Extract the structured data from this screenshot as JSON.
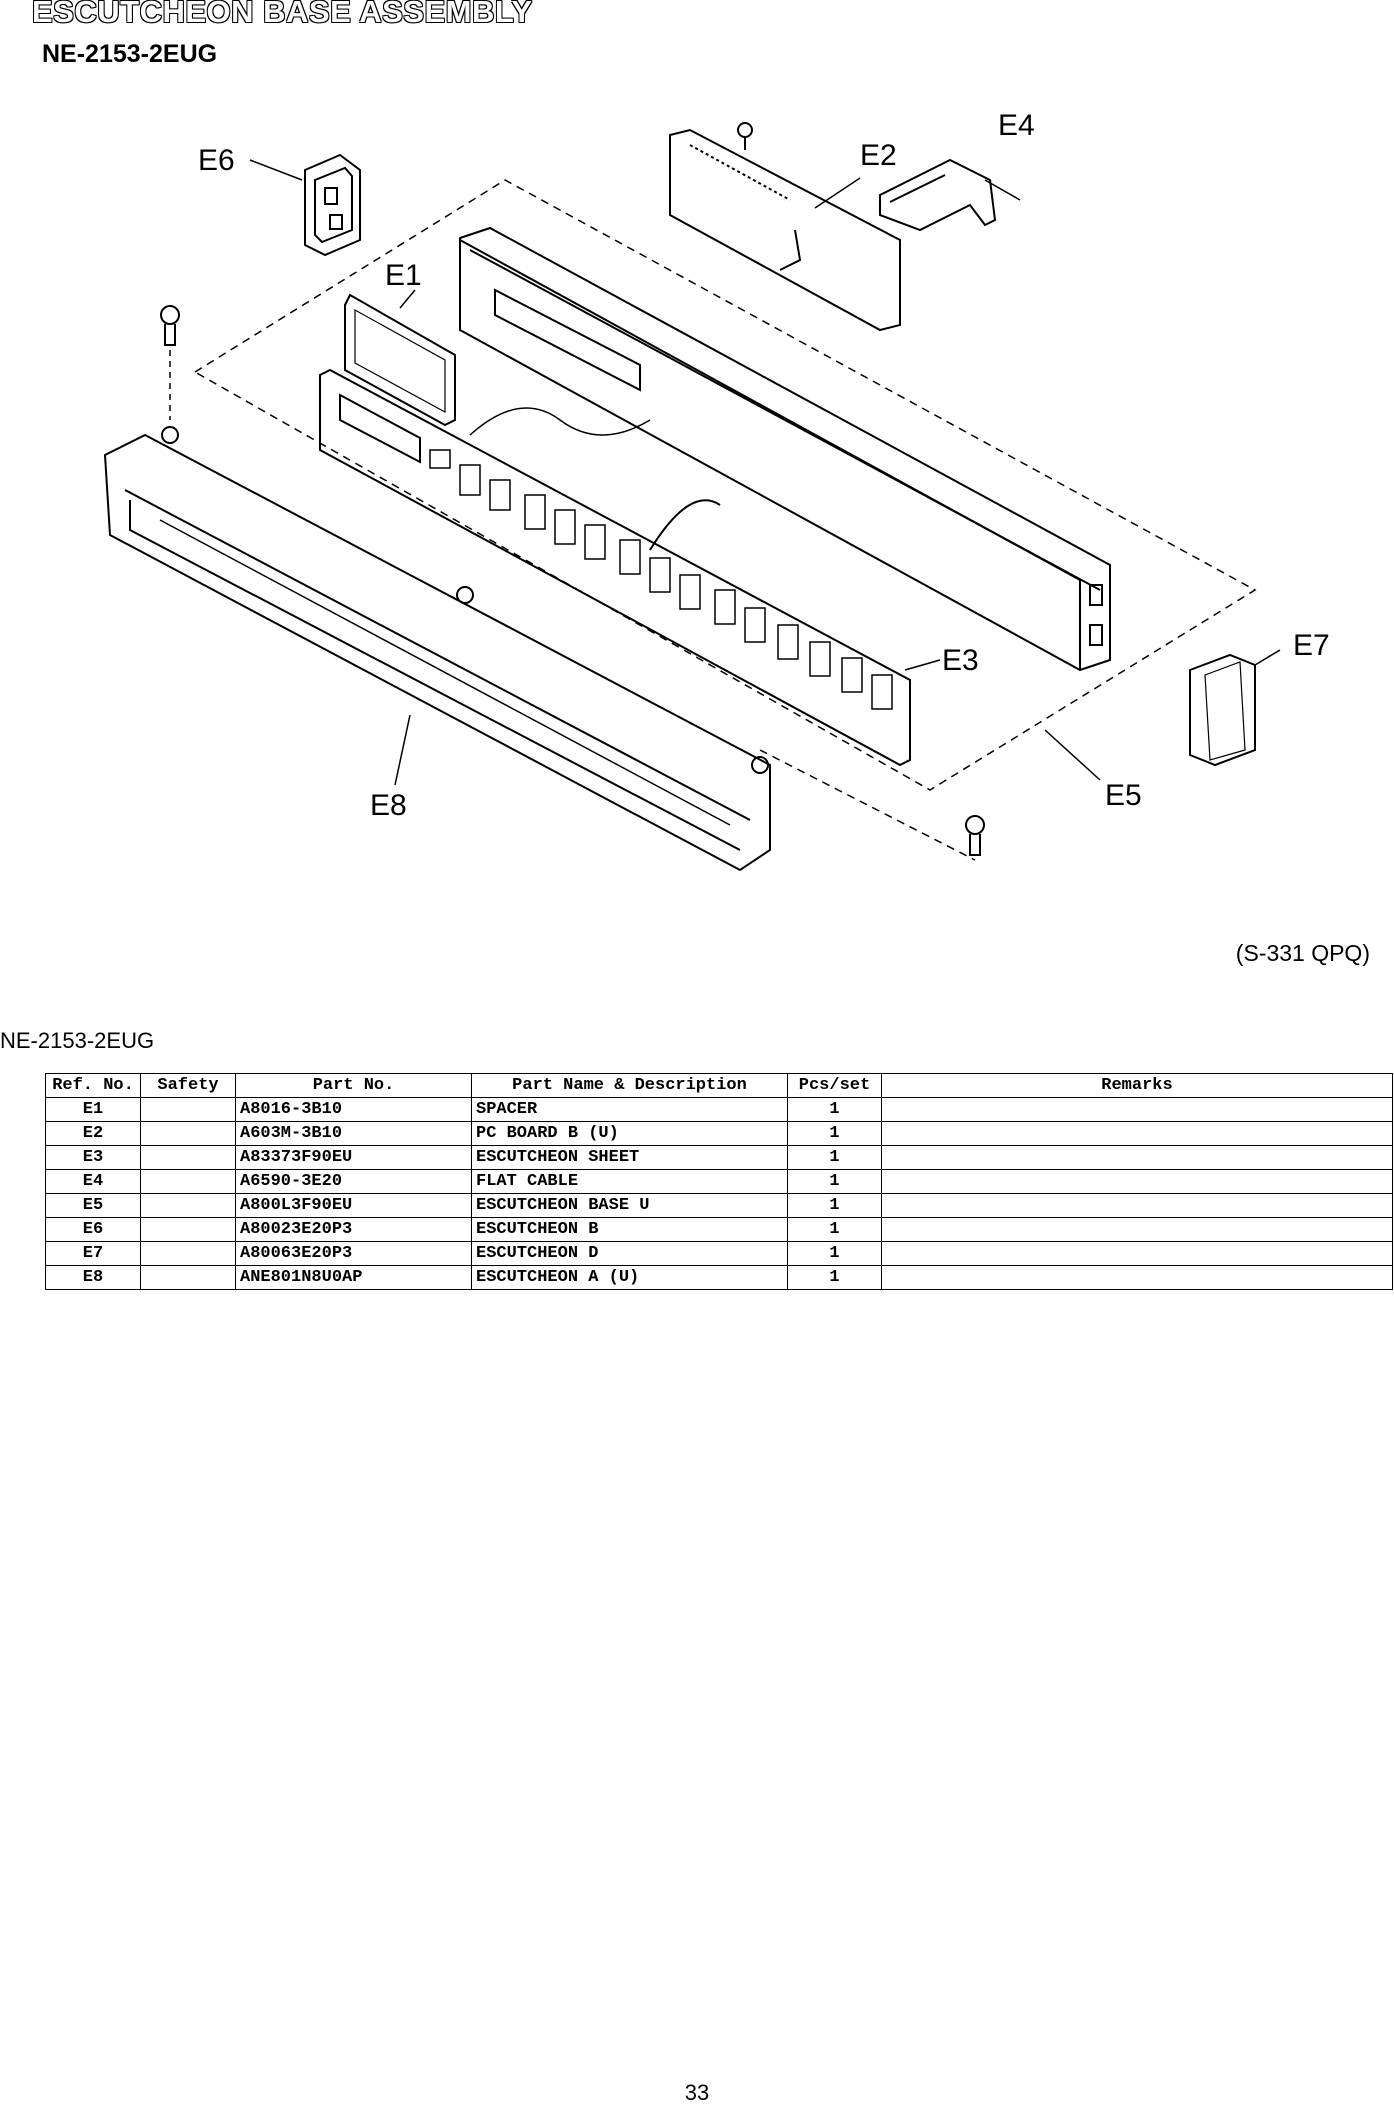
{
  "header": {
    "title": "ESCUTCHEON BASE ASSEMBLY",
    "model": "NE-2153-2EUG"
  },
  "diagram": {
    "labels": {
      "e1": "E1",
      "e2": "E2",
      "e3": "E3",
      "e4": "E4",
      "e5": "E5",
      "e6": "E6",
      "e7": "E7",
      "e8": "E8"
    },
    "code": "(S-331 QPQ)"
  },
  "table_model": "NE-2153-2EUG",
  "table": {
    "headers": {
      "ref": "Ref. No.",
      "safety": "Safety",
      "part_no": "Part No.",
      "name": "Part Name & Description",
      "pcs": "Pcs/set",
      "remarks": "Remarks"
    },
    "rows": [
      {
        "ref": "E1",
        "safety": "",
        "part_no": "A8016-3B10",
        "name": "SPACER",
        "pcs": "1",
        "remarks": ""
      },
      {
        "ref": "E2",
        "safety": "",
        "part_no": "A603M-3B10",
        "name": "PC BOARD B (U)",
        "pcs": "1",
        "remarks": ""
      },
      {
        "ref": "E3",
        "safety": "",
        "part_no": "A83373F90EU",
        "name": "ESCUTCHEON SHEET",
        "pcs": "1",
        "remarks": ""
      },
      {
        "ref": "E4",
        "safety": "",
        "part_no": "A6590-3E20",
        "name": "FLAT CABLE",
        "pcs": "1",
        "remarks": ""
      },
      {
        "ref": "E5",
        "safety": "",
        "part_no": "A800L3F90EU",
        "name": "ESCUTCHEON BASE U",
        "pcs": "1",
        "remarks": ""
      },
      {
        "ref": "E6",
        "safety": "",
        "part_no": "A80023E20P3",
        "name": "ESCUTCHEON B",
        "pcs": "1",
        "remarks": ""
      },
      {
        "ref": "E7",
        "safety": "",
        "part_no": "A80063E20P3",
        "name": "ESCUTCHEON D",
        "pcs": "1",
        "remarks": ""
      },
      {
        "ref": "E8",
        "safety": "",
        "part_no": "ANE801N8U0AP",
        "name": "ESCUTCHEON A (U)",
        "pcs": "1",
        "remarks": ""
      }
    ]
  },
  "page_number": "33"
}
